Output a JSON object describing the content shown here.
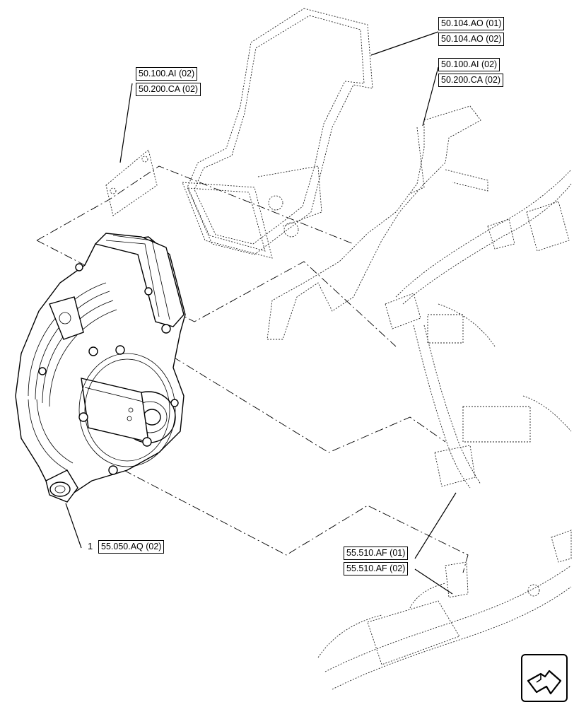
{
  "callouts": {
    "top_right_a": [
      "50.104.AO (01)",
      "50.104.AO (02)"
    ],
    "top_right_b": [
      "50.100.AI (02)",
      "50.200.CA (02)"
    ],
    "top_left": [
      "50.100.AI (02)",
      "50.200.CA (02)"
    ],
    "blower": {
      "item_number": "1",
      "ref": "55.050.AQ (02)"
    },
    "bottom": [
      "55.510.AF (01)",
      "55.510.AF (02)"
    ]
  },
  "nav_icon": "next-page-arrow-icon"
}
